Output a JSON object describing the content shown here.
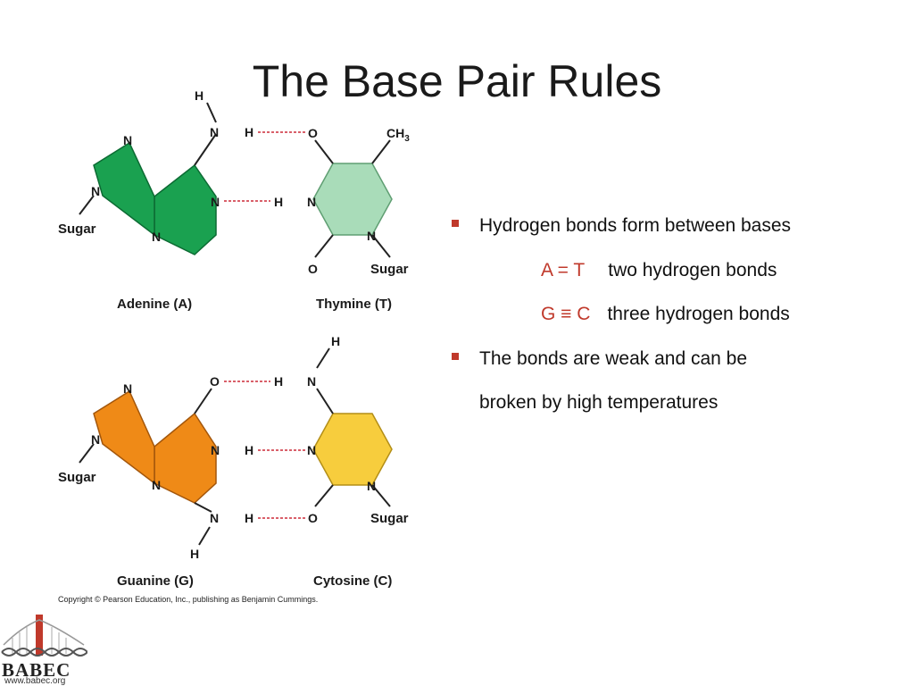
{
  "slide": {
    "title": "The Base Pair Rules"
  },
  "diagram": {
    "colors": {
      "adenine": "#1aa150",
      "thymine": "#a9dcb9",
      "guanine": "#ef8a17",
      "cytosine": "#f7cd3d",
      "hbond": "#d9606a"
    },
    "atoms": {
      "H": "H",
      "N": "N",
      "O": "O",
      "CH3": "CH",
      "CH3_sub": "3",
      "sugar": "Sugar"
    },
    "labels": {
      "adenine": "Adenine (A)",
      "thymine": "Thymine (T)",
      "guanine": "Guanine (G)",
      "cytosine": "Cytosine (C)"
    },
    "copyright": "Copyright © Pearson Education, Inc., publishing as Benjamin Cummings."
  },
  "bullets": {
    "b1": "Hydrogen bonds form between bases",
    "at_pair": "A = T",
    "at_desc": "two hydrogen bonds",
    "gc_pair": "G ≡ C",
    "gc_desc": "three hydrogen bonds",
    "b2_line1": "The bonds are weak and can be",
    "b2_line2": "broken by high temperatures",
    "bullet_color": "#c0392b"
  },
  "logo": {
    "name": "BABEC",
    "url": "www.babec.org"
  }
}
